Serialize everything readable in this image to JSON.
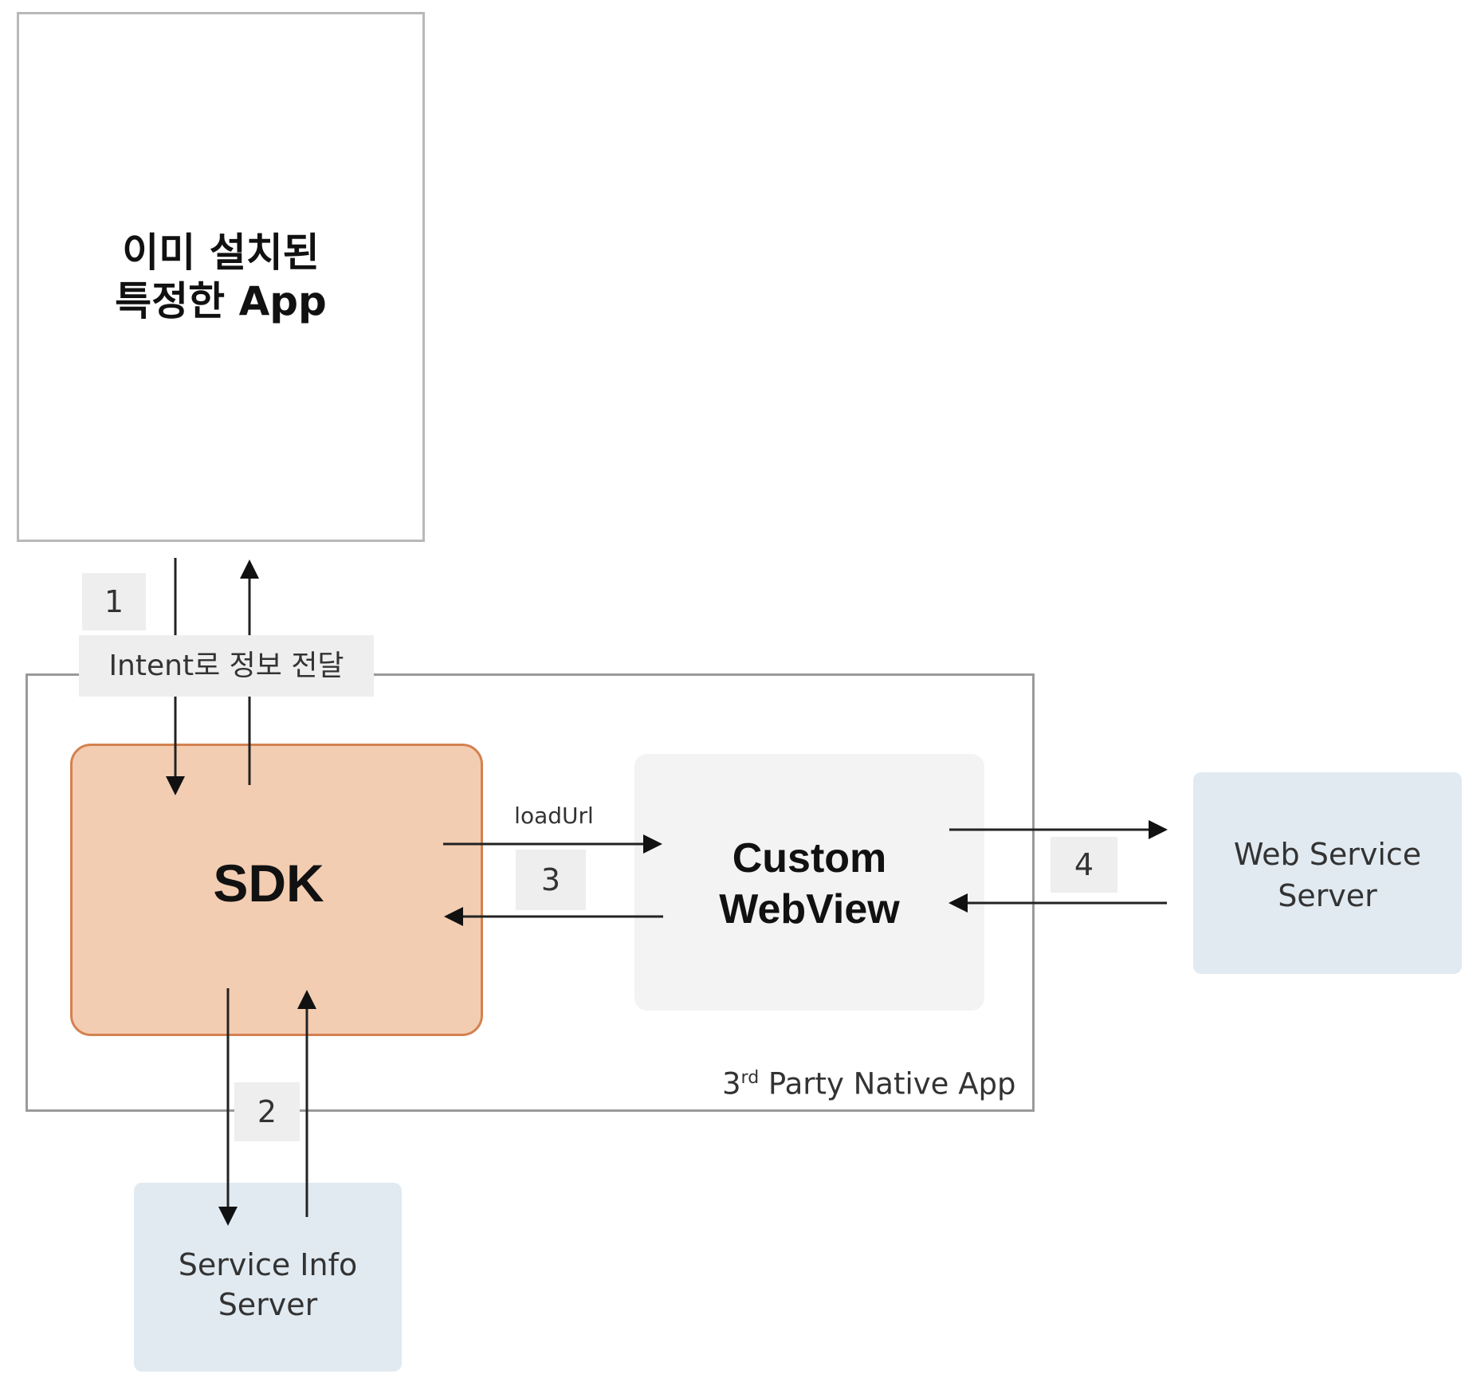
{
  "nodes": {
    "installed_app": {
      "line1": "이미 설치된",
      "line2": "특정한 App"
    },
    "native_app": {
      "base": "3",
      "sup": "rd",
      "rest": " Party Native App"
    },
    "sdk": {
      "label": "SDK"
    },
    "webview": {
      "line1": "Custom",
      "line2": "WebView"
    },
    "web_service_server": {
      "line1": "Web Service",
      "line2": "Server"
    },
    "service_info_server": {
      "line1": "Service Info",
      "line2": "Server"
    }
  },
  "edges": {
    "step1": {
      "number": "1",
      "text": "Intent로 정보 전달"
    },
    "step2": {
      "number": "2"
    },
    "step3": {
      "number": "3",
      "text": "loadUrl"
    },
    "step4": {
      "number": "4"
    }
  },
  "colors": {
    "sdk_fill": "#f3cdb2",
    "sdk_border": "#d4814f",
    "server_fill": "#e1eaf1",
    "webview_fill": "#f3f3f3"
  }
}
